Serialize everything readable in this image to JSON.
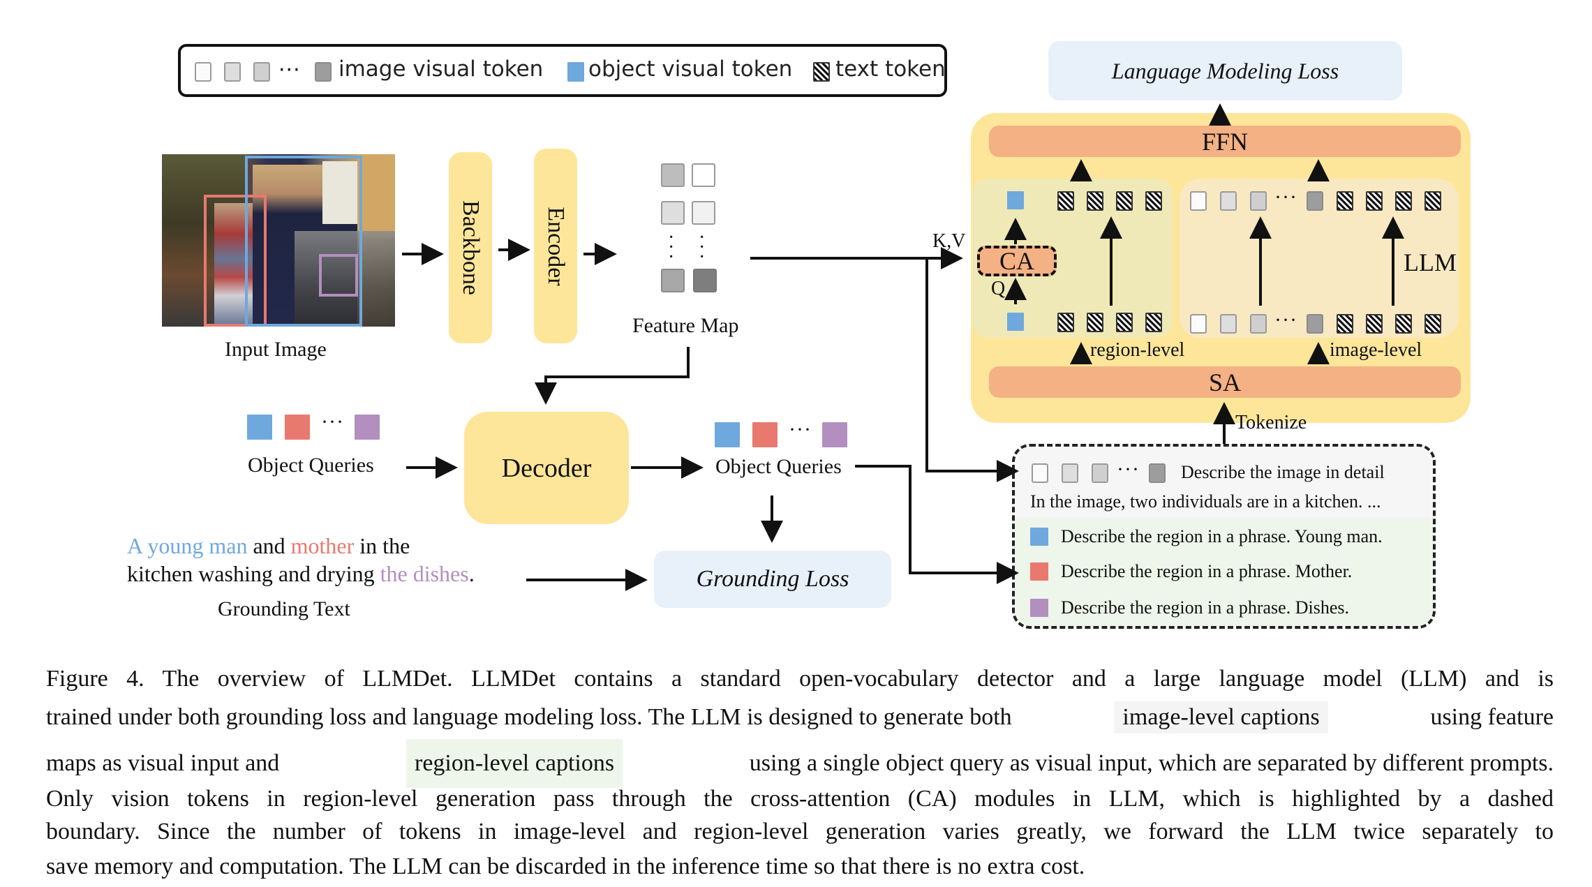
{
  "legend": {
    "image_visual_token": "image visual token",
    "object_visual_token": "object visual token",
    "text_token": "text token",
    "ellipsis": "···"
  },
  "diagram": {
    "input_image_label": "Input Image",
    "backbone": "Backbone",
    "encoder": "Encoder",
    "feature_map_label": "Feature Map",
    "object_queries_in": "Object Queries",
    "decoder": "Decoder",
    "object_queries_out": "Object Queries",
    "grounding_text": {
      "part1": "A young man",
      "part2": " and ",
      "part3": "mother",
      "part4": " in the",
      "part5": "kitchen washing and drying ",
      "part6": "the dishes",
      "part7": ".",
      "label": "Grounding Text"
    },
    "grounding_loss": "Grounding Loss",
    "language_modeling_loss": "Language Modeling Loss",
    "ffn": "FFN",
    "sa": "SA",
    "ca": "CA",
    "kv": "K,V",
    "q": "Q",
    "llm": "LLM",
    "region_level": "region-level",
    "image_level": "image-level",
    "tokenize": "Tokenize",
    "prompts": {
      "image_prompt": "Describe the image in detail",
      "image_caption": "In the image, two individuals are in a kitchen. ...",
      "region_prompts": [
        {
          "text": "Describe the region in a phrase. Young man.",
          "color": "#6fa8dc"
        },
        {
          "text": "Describe the region in a phrase. Mother.",
          "color": "#e8796f"
        },
        {
          "text": "Describe the region in a phrase. Dishes.",
          "color": "#b28fbe"
        }
      ]
    },
    "colors": {
      "module_yellow": "#fde69a",
      "layer_orange": "#f4b183",
      "loss_blue": "#e8f0f9",
      "object_blue": "#6fa8dc",
      "object_red": "#e8796f",
      "object_purple": "#b28fbe"
    }
  },
  "caption": {
    "line1": "Figure 4.  The overview of LLMDet. LLMDet contains a standard open-vocabulary detector and a large language model (LLM) and is",
    "line2_a": "trained under both grounding loss and language modeling loss. The LLM is designed to generate both",
    "line2_hl": "image-level captions",
    "line2_b": "using feature",
    "line3_a": "maps as visual input and",
    "line3_hl": "region-level captions",
    "line3_b": "using a single object query as visual input, which are separated by different prompts.",
    "line4": "Only vision tokens in region-level generation pass through the cross-attention (CA) modules in LLM, which is highlighted by a dashed",
    "line5": "boundary. Since the number of tokens in image-level and region-level generation varies greatly, we forward the LLM twice separately to",
    "line6": "save memory and computation. The LLM can be discarded in the inference time so that there is no extra cost."
  }
}
